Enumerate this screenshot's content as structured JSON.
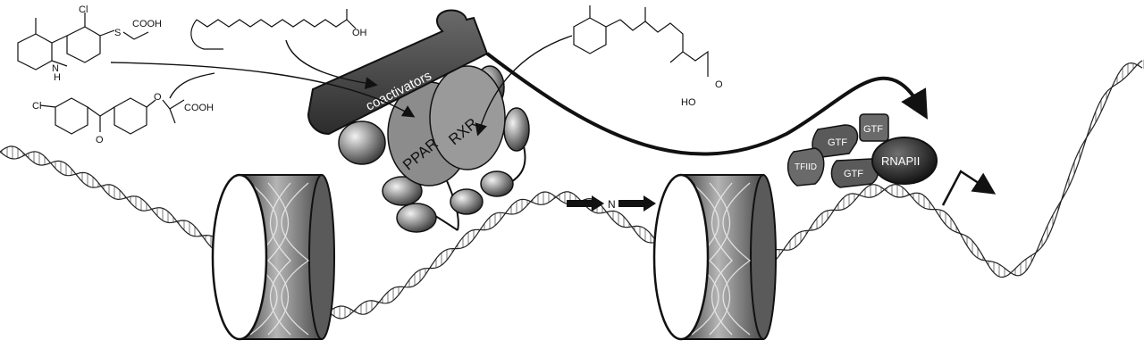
{
  "labels": {
    "coactivators": "coactivators",
    "ppar": "PPAR",
    "rxr": "RXR",
    "n_spacer": "N",
    "gtf": "GTF",
    "tfiid": "TFIID",
    "rnapii": "RNAPII"
  },
  "chem_text": {
    "cl": "Cl",
    "s": "S",
    "cooh": "COOH",
    "n": "N",
    "h": "H",
    "o": "O",
    "oh": "OH",
    "ho": "HO"
  },
  "colors": {
    "line": "#111111",
    "histone_fill": "#8a8a8a",
    "coactivator_fill": "#4a4a4a",
    "receptor_fill": "#8c8c8c",
    "rnapii_fill": "#1a1a1a",
    "gtf_fill": "#6a6a6a"
  },
  "icons": [
    "dna-helix",
    "nucleosome",
    "transcription-start-arrow",
    "response-element-arrow"
  ]
}
